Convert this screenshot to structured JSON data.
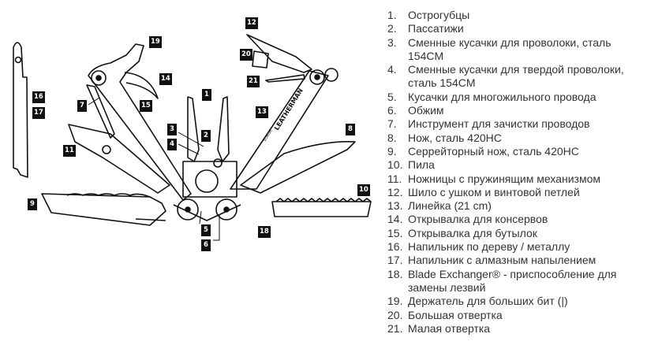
{
  "diagram": {
    "brand_text": "LEATHERMAN",
    "model_text": "SURGE",
    "labels": [
      "1",
      "2",
      "3",
      "4",
      "5",
      "6",
      "7",
      "8",
      "9",
      "10",
      "11",
      "12",
      "13",
      "14",
      "15",
      "16",
      "17",
      "18",
      "19",
      "20",
      "21"
    ]
  },
  "legend": {
    "items": [
      {
        "num": "1.",
        "text": "Острогубцы"
      },
      {
        "num": "2.",
        "text": "Пассатижи"
      },
      {
        "num": "3.",
        "text": "Сменные кусачки для проволоки, сталь 154CM"
      },
      {
        "num": "4.",
        "text": "Сменные кусачки для твердой проволоки, сталь 154CM"
      },
      {
        "num": "5.",
        "text": "Кусачки для многожильного провода"
      },
      {
        "num": "6.",
        "text": "Обжим"
      },
      {
        "num": "7.",
        "text": "Инструмент для зачистки проводов"
      },
      {
        "num": "8.",
        "text": "Нож, сталь 420HC"
      },
      {
        "num": "9.",
        "text": "Серрейторный нож, сталь 420HC"
      },
      {
        "num": "10.",
        "text": "Пила"
      },
      {
        "num": "11.",
        "text": "Ножницы с пружинящим механизмом"
      },
      {
        "num": "12.",
        "text": "Шило с ушком и винтовой петлей"
      },
      {
        "num": "13.",
        "text": "Линейка (21 cm)"
      },
      {
        "num": "14.",
        "text": "Открывалка для консервов"
      },
      {
        "num": "15.",
        "text": "Открывалка для бутылок"
      },
      {
        "num": "16.",
        "text": "Напильник по дереву / металлу"
      },
      {
        "num": "17.",
        "text": "Напильник с алмазным напылением"
      },
      {
        "num": "18.",
        "text": "Blade Exchanger® - приспособление для замены лезвий"
      },
      {
        "num": "19.",
        "text": "Держатель для больших бит (|)"
      },
      {
        "num": "20.",
        "text": "Большая отвертка"
      },
      {
        "num": "21.",
        "text": "Малая отвертка"
      }
    ]
  }
}
